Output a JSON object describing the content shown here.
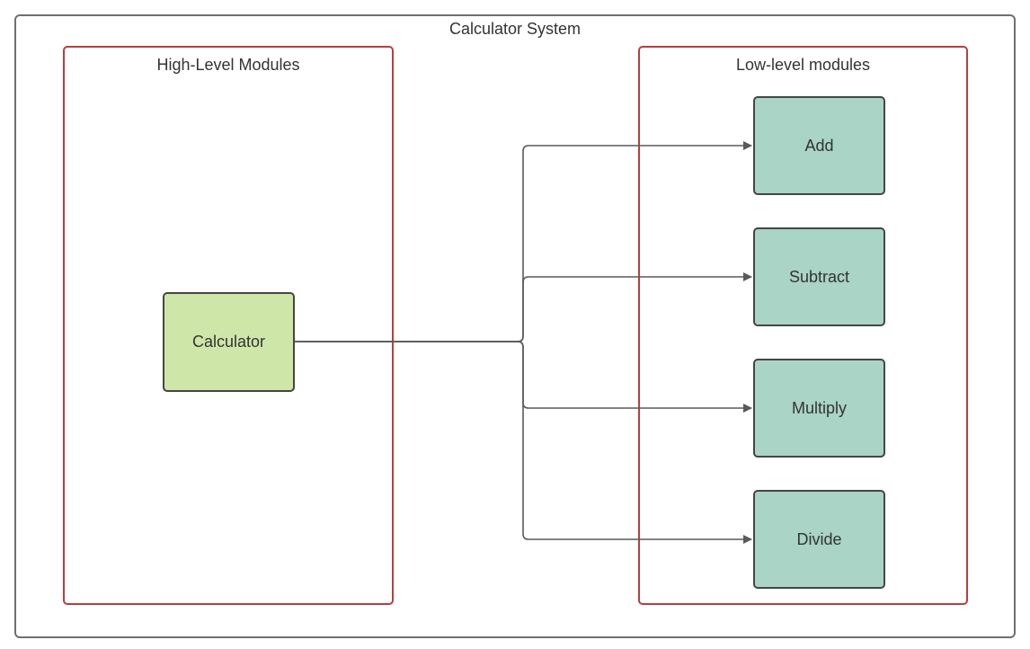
{
  "diagram": {
    "title": "Calculator System",
    "groups": {
      "high": {
        "label": "High-Level Modules"
      },
      "low": {
        "label": "Low-level modules"
      }
    },
    "nodes": {
      "calculator": {
        "label": "Calculator"
      },
      "add": {
        "label": "Add"
      },
      "subtract": {
        "label": "Subtract"
      },
      "multiply": {
        "label": "Multiply"
      },
      "divide": {
        "label": "Divide"
      }
    },
    "edges": [
      {
        "from": "calculator",
        "to": "add"
      },
      {
        "from": "calculator",
        "to": "subtract"
      },
      {
        "from": "calculator",
        "to": "multiply"
      },
      {
        "from": "calculator",
        "to": "divide"
      }
    ],
    "colors": {
      "outer_border": "#6f6f6f",
      "group_border": "#b4403c",
      "high_node_fill": "#cfe6a9",
      "low_node_fill": "#a9d4c6",
      "node_border": "#454545",
      "connector": "#5a5a5a"
    }
  }
}
